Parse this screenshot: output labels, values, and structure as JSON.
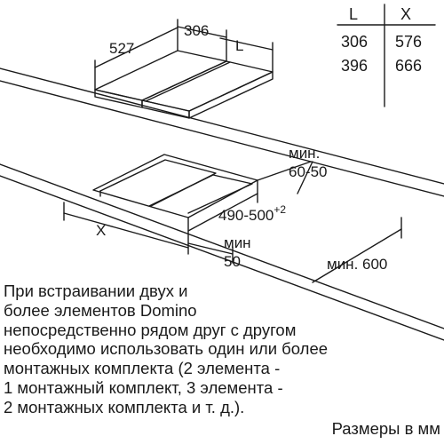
{
  "table": {
    "headers": [
      "L",
      "X"
    ],
    "rows": [
      [
        "306",
        "576"
      ],
      [
        "396",
        "666"
      ]
    ]
  },
  "dimensions": {
    "top_width": "306",
    "depth": "527",
    "top_length": "L",
    "min_gap_line1": "мин.",
    "min_gap_line2": "60-50",
    "cutout_base": "490-500",
    "cutout_tolerance": "+2",
    "cutout_width": "X",
    "min_edge_line1": "мин",
    "min_edge_line2": "50",
    "min_depth": "мин. 600"
  },
  "note": {
    "lines": [
      "При встраивании двух и",
      "более элементов Domino",
      "непосредственно рядом друг с другом",
      "необходимо использовать один или более",
      "монтажных комплекта (2 элемента -",
      "1 монтажный комплект, 3 элемента -",
      "2 монтажных комплекта и т. д.)."
    ]
  },
  "units": "Размеры в мм"
}
